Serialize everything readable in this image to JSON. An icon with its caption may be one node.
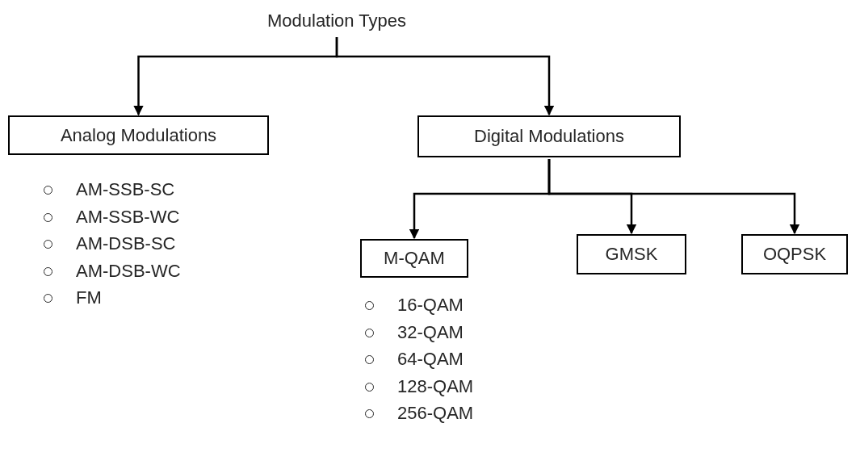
{
  "diagram": {
    "nodes": [
      {
        "text": [
          "Modulation Types"
        ]
      },
      {
        "text": [
          "Analog Modulations"
        ],
        "beside": [
          "AM-SSB-SC",
          "AM-SSB-WC",
          "AM-DSB-SC",
          "AM-DSB-WC",
          "FM"
        ]
      },
      {
        "text": [
          "Digital Modulations"
        ]
      },
      {
        "text": [
          "M-QAM"
        ],
        "beside": [
          "16-QAM",
          "32-QAM",
          "64-QAM",
          "128-QAM",
          "256-QAM"
        ]
      },
      {
        "text": [
          "GMSK"
        ]
      },
      {
        "text": [
          "OQPSK"
        ]
      }
    ],
    "edges": [
      {
        "from": 0,
        "to": 1,
        "arrow": "to"
      },
      {
        "from": 0,
        "to": 2,
        "arrow": "to"
      },
      {
        "from": 2,
        "to": 3,
        "arrow": "to"
      },
      {
        "from": 2,
        "to": 4,
        "arrow": "to"
      },
      {
        "from": 2,
        "to": 5,
        "arrow": "to"
      }
    ]
  }
}
